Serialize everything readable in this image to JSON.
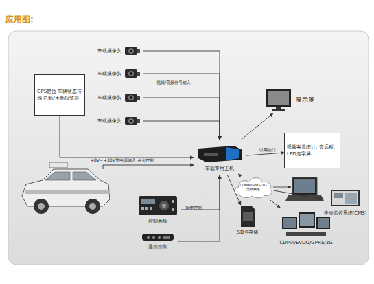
{
  "diagram": {
    "title": "应用图:",
    "nodes": [
      {
        "text": [
          "GPS定位 车辆状态传感 自动/手动报警器"
        ]
      },
      {
        "text": [
          "车载摄像头"
        ]
      },
      {
        "text": [
          "车载摄像头"
        ]
      },
      {
        "text": [
          "车载摄像头"
        ]
      },
      {
        "text": [
          "车载摄像头"
        ]
      },
      {
        "text": [
          "车载专用主机"
        ]
      },
      {
        "text": [
          "显示屏"
        ]
      },
      {
        "text": [
          "视频客流统计; 壹远程; LED走字屏。"
        ]
      },
      {
        "text": [
          "CDMA/GPRS/3G 无线网络"
        ]
      },
      {
        "text": [
          "中央监控系统(CMS)"
        ]
      },
      {
        "text": [
          "CDMA/EVDO/GPRS/3G"
        ]
      },
      {
        "text": [
          "SD卡存储"
        ]
      },
      {
        "text": [
          "控制面板"
        ]
      },
      {
        "text": [
          "遥控控制"
        ]
      }
    ],
    "edges": [
      {
        "from": 0,
        "to": 5,
        "arrow": "to"
      },
      {
        "from": 1,
        "to": 5,
        "arrow": "to"
      },
      {
        "from": 2,
        "to": 5,
        "arrow": "to"
      },
      {
        "from": 3,
        "to": 5,
        "arrow": "to"
      },
      {
        "from": 4,
        "to": 5,
        "arrow": "to"
      },
      {
        "from": 5,
        "to": 6,
        "arrow": "to"
      },
      {
        "from": 5,
        "to": 7,
        "label": "以网接口",
        "arrow": "to"
      },
      {
        "from": 5,
        "to": 8,
        "arrow": "to"
      },
      {
        "from": 8,
        "to": 9,
        "arrow": "to"
      },
      {
        "from": 8,
        "to": 10,
        "arrow": "to"
      },
      {
        "from": 5,
        "to": 11,
        "arrow": "to"
      },
      {
        "from": 12,
        "to": 5,
        "arrow": "to"
      },
      {
        "from": 13,
        "to": 5,
        "arrow": "to"
      }
    ],
    "labels": [
      "视频/音频信号输入",
      "+8V～+30V宽电源输入  点火控制",
      "操作控制"
    ]
  }
}
